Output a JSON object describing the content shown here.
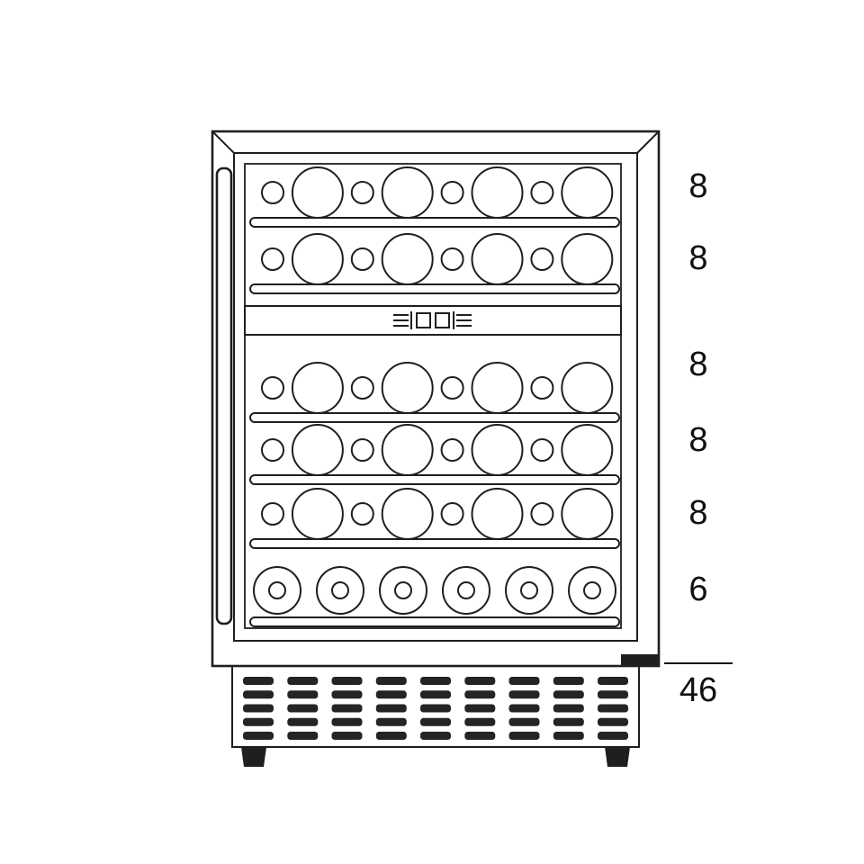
{
  "diagram": {
    "type": "wine-cooler-bottle-capacity",
    "shelves": [
      {
        "capacity": "8",
        "orientation": "horizontal"
      },
      {
        "capacity": "8",
        "orientation": "horizontal"
      },
      {
        "capacity": "8",
        "orientation": "horizontal"
      },
      {
        "capacity": "8",
        "orientation": "horizontal"
      },
      {
        "capacity": "8",
        "orientation": "horizontal"
      },
      {
        "capacity": "6",
        "orientation": "upright"
      }
    ],
    "total": "46",
    "colors": {
      "line": "#1f1f1f",
      "background": "#ffffff"
    }
  }
}
